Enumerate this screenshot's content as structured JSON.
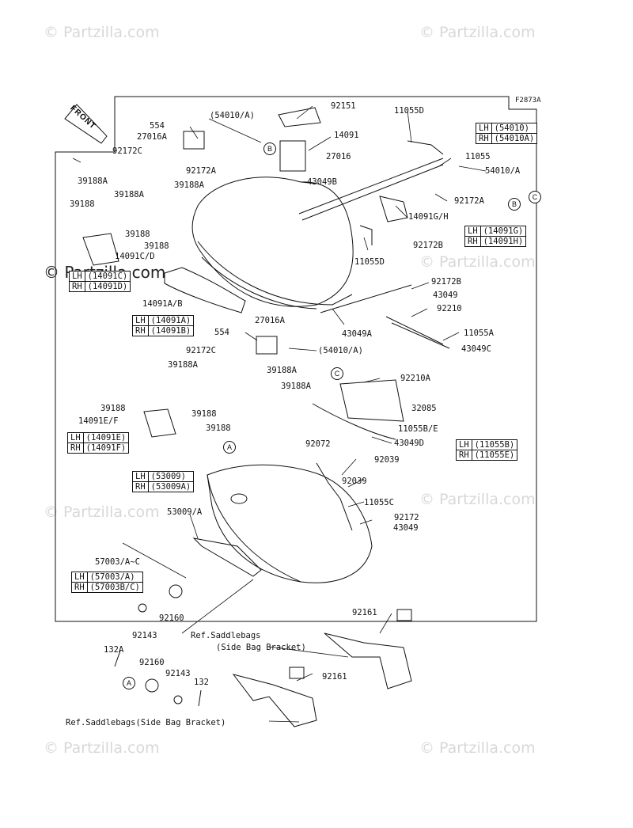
{
  "watermarks": {
    "text": "© Partzilla.com",
    "highlight_text": "© Partzilla.com"
  },
  "figure_code": "F2873A",
  "front_arrow": "FRONT",
  "callouts": {
    "a": "A",
    "b": "B",
    "c": "C"
  },
  "labels": {
    "p554_top": "554",
    "p54010a_top": "(54010/A)",
    "p92151": "92151",
    "p27016a_top": "27016A",
    "p92172c_top": "92172C",
    "p14091": "14091",
    "p27016": "27016",
    "p11055d_top": "11055D",
    "p39188a_1": "39188A",
    "p92172a_top": "92172A",
    "p39188a_2": "39188A",
    "p39188a_3": "39188A",
    "p43049b": "43049B",
    "p11055": "11055",
    "p54010a": "54010/A",
    "p92172a_r": "92172A",
    "p39188_l": "39188",
    "p14091gh": "14091G/H",
    "p39188_m1": "39188",
    "p39188_m2": "39188",
    "p14091cd": "14091C/D",
    "p92172b": "92172B",
    "p11055d_mid": "11055D",
    "p92172b_2": "92172B",
    "p43049_1": "43049",
    "p92210": "92210",
    "p14091ab": "14091A/B",
    "p11055a": "11055A",
    "p43049c": "43049C",
    "p554_mid": "554",
    "p27016a_mid": "27016A",
    "p43049a": "43049A",
    "p92172c_mid": "92172C",
    "p54010a_mid": "(54010/A)",
    "p39188a_4": "39188A",
    "p39188a_5": "39188A",
    "p39188a_6": "39188A",
    "p92210a": "92210A",
    "p39188_a": "39188",
    "p32085": "32085",
    "p14091ef": "14091E/F",
    "p39188_b": "39188",
    "p11055be": "11055B/E",
    "p39188_c": "39188",
    "p43049d": "43049D",
    "p92072": "92072",
    "p92039_1": "92039",
    "p92039_2": "92039",
    "p11055c": "11055C",
    "p53009a": "53009/A",
    "p92172": "92172",
    "p43049_2": "43049",
    "p57003": "57003/A~C",
    "p92160_1": "92160",
    "p92161_1": "92161",
    "p92143_1": "92143",
    "ref1": "Ref.Saddlebags",
    "ref1b": "(Side Bag Bracket)",
    "p132a": "132A",
    "p92160_2": "92160",
    "p92143_2": "92143",
    "p132": "132",
    "p92161_2": "92161",
    "ref2": "Ref.Saddlebags(Side Bag Bracket)"
  },
  "tables": {
    "t54010": [
      [
        "LH",
        "(54010)"
      ],
      [
        "RH",
        "(54010A)"
      ]
    ],
    "t14091gh": [
      [
        "LH",
        "(14091G)"
      ],
      [
        "RH",
        "(14091H)"
      ]
    ],
    "t14091cd": [
      [
        "LH",
        "(14091C)"
      ],
      [
        "RH",
        "(14091D)"
      ]
    ],
    "t14091ab": [
      [
        "LH",
        "(14091A)"
      ],
      [
        "RH",
        "(14091B)"
      ]
    ],
    "t14091ef": [
      [
        "LH",
        "(14091E)"
      ],
      [
        "RH",
        "(14091F)"
      ]
    ],
    "t11055be": [
      [
        "LH",
        "(11055B)"
      ],
      [
        "RH",
        "(11055E)"
      ]
    ],
    "t53009": [
      [
        "LH",
        "(53009)"
      ],
      [
        "RH",
        "(53009A)"
      ]
    ],
    "t57003": [
      [
        "LH",
        "(57003/A)"
      ],
      [
        "RH",
        "(57003B/C)"
      ]
    ]
  }
}
